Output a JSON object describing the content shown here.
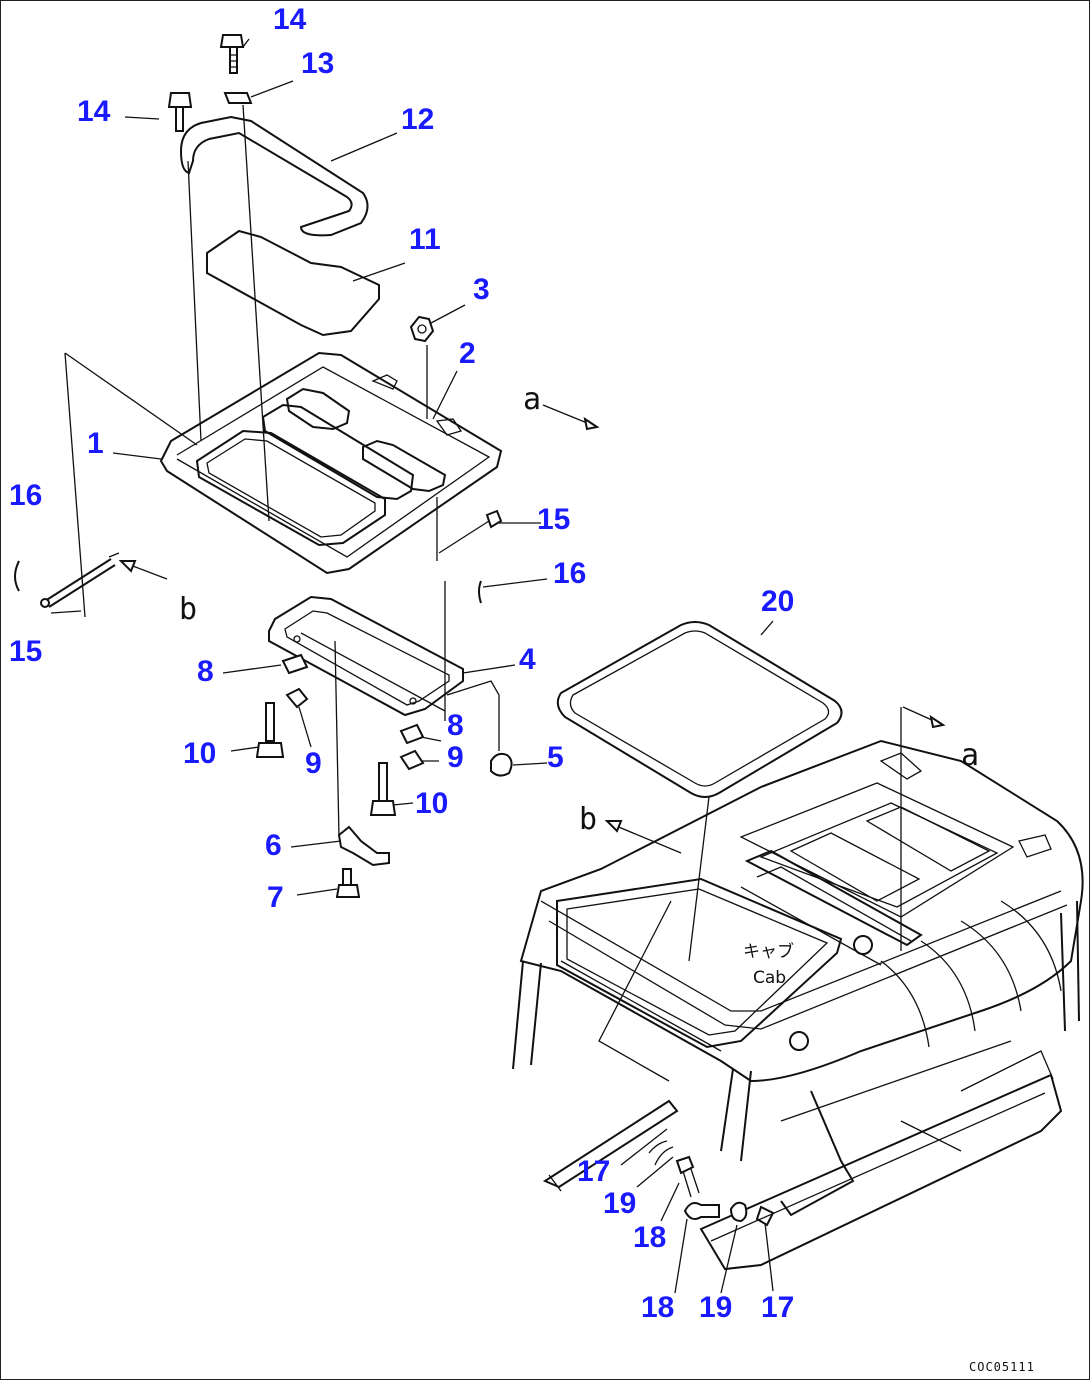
{
  "callouts": {
    "c1": "1",
    "c2": "2",
    "c3": "3",
    "c4": "4",
    "c5": "5",
    "c6": "6",
    "c7": "7",
    "c8a": "8",
    "c8b": "8",
    "c9a": "9",
    "c9b": "9",
    "c10a": "10",
    "c10b": "10",
    "c11": "11",
    "c12": "12",
    "c13": "13",
    "c14a": "14",
    "c14b": "14",
    "c15a": "15",
    "c15b": "15",
    "c16a": "16",
    "c16b": "16",
    "c17a": "17",
    "c17b": "17",
    "c18a": "18",
    "c18b": "18",
    "c19a": "19",
    "c19b": "19",
    "c20": "20"
  },
  "views": {
    "a1": "a",
    "a2": "a",
    "b1": "b",
    "b2": "b"
  },
  "cab_label": {
    "jp": "キャブ",
    "en": "Cab"
  },
  "drawing_code": "COC05111"
}
